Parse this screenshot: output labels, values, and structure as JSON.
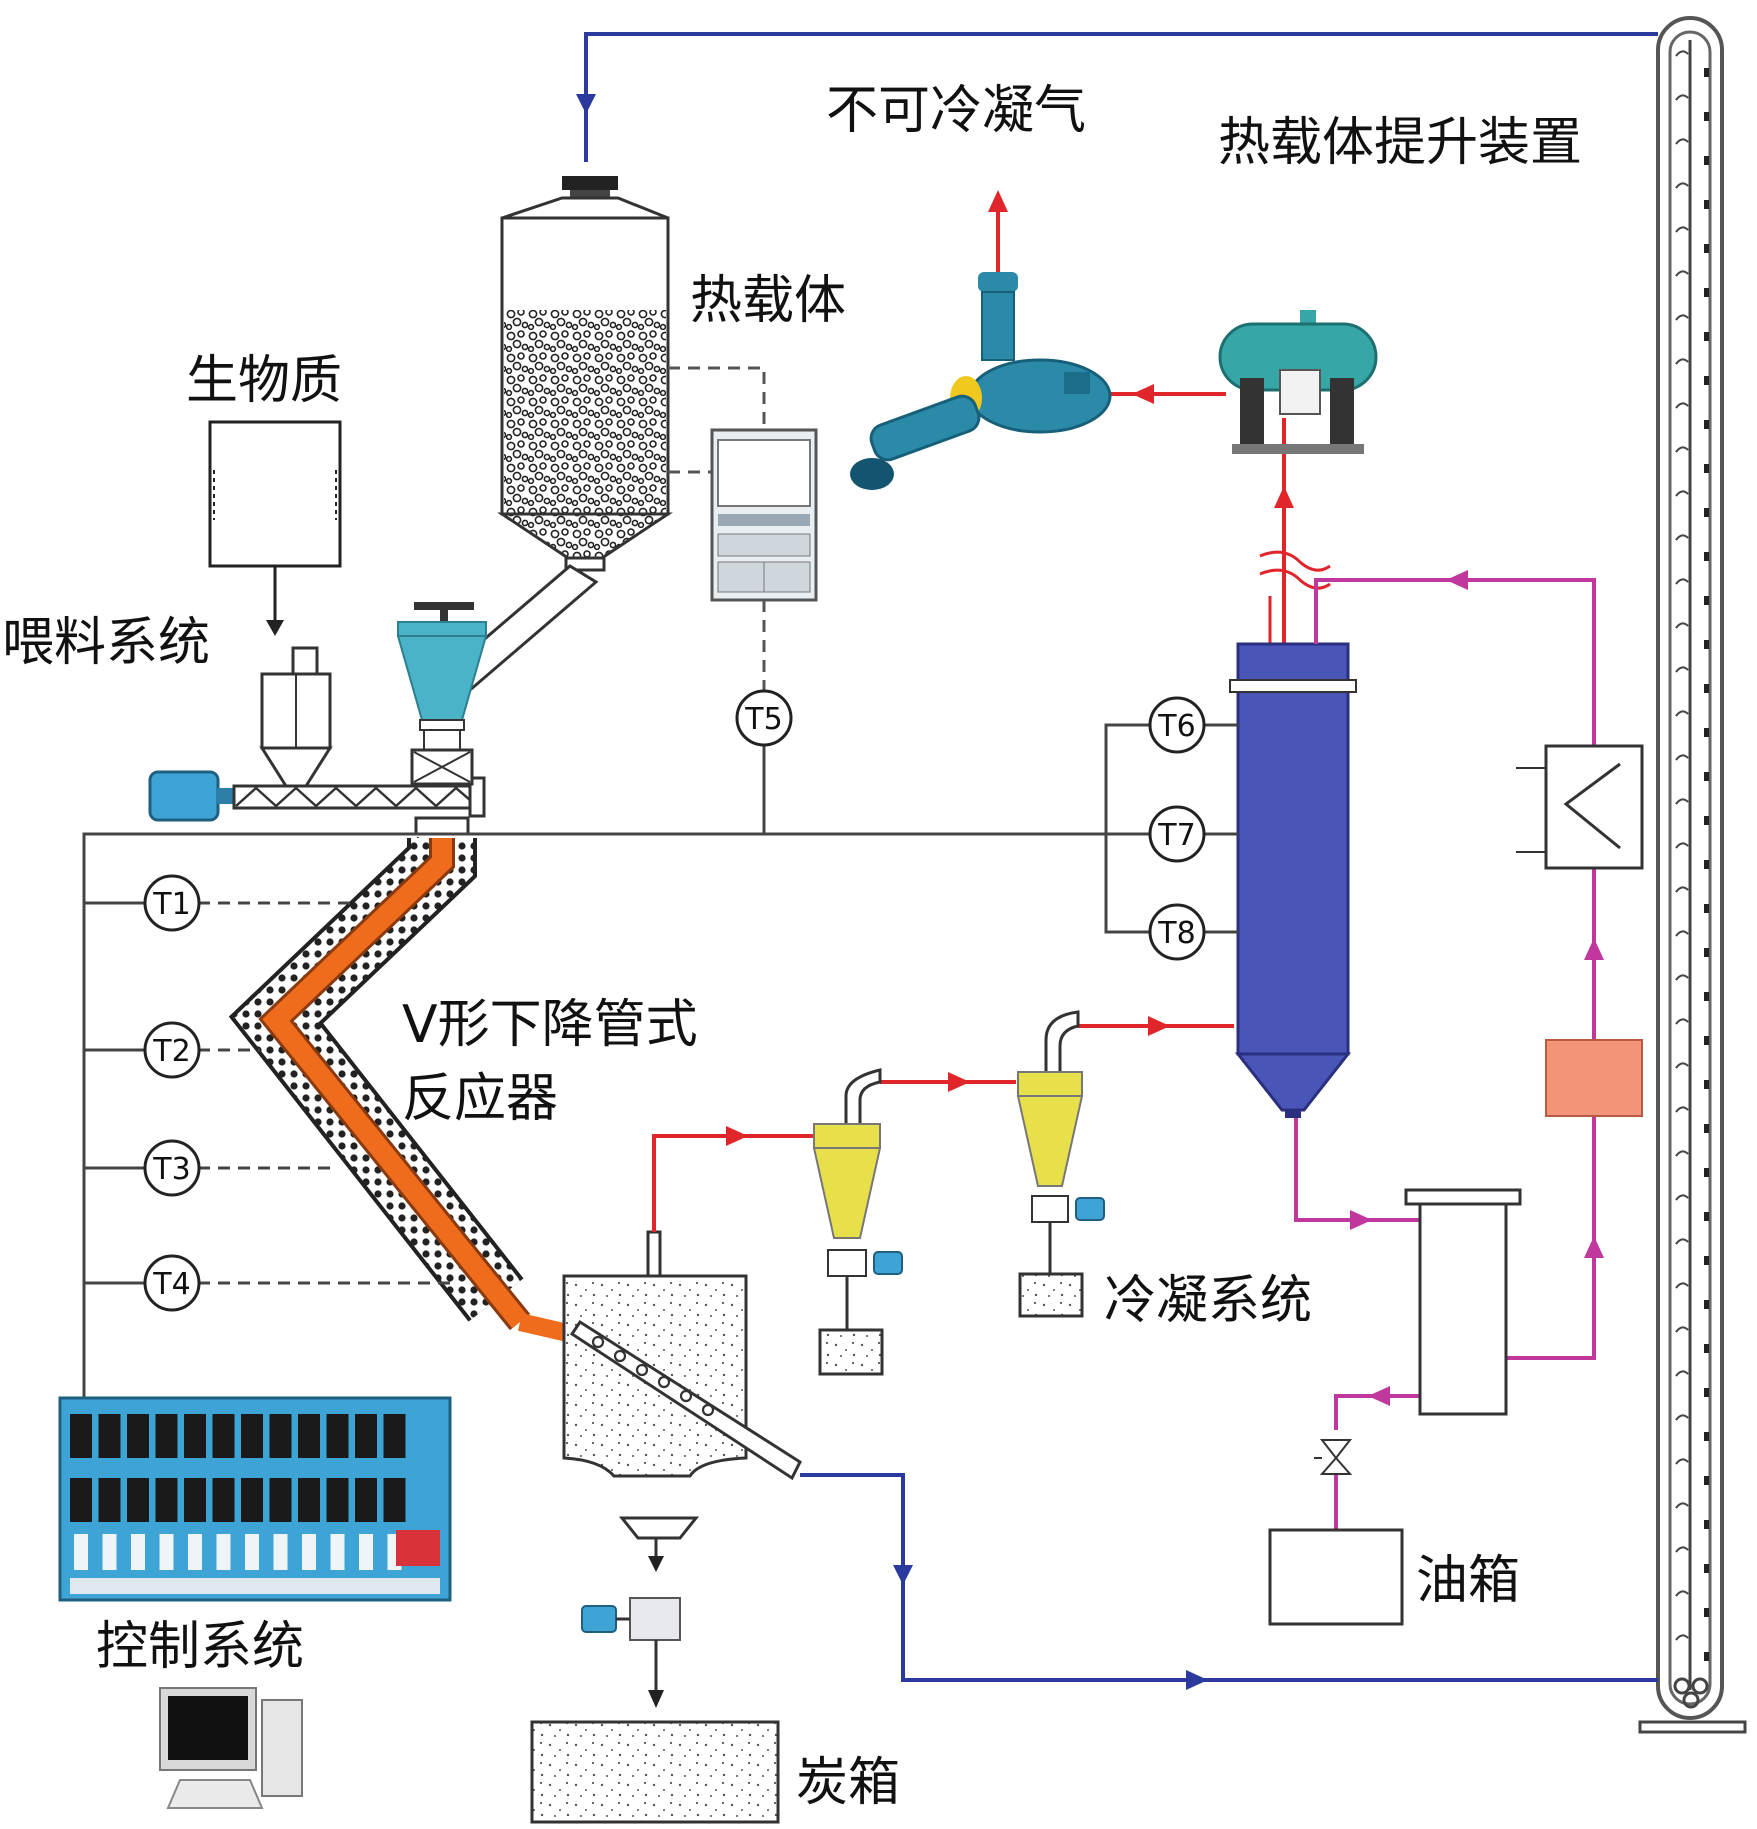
{
  "labels": {
    "noncondensable_gas": "不可冷凝气",
    "heat_carrier_lift": "热载体提升装置",
    "heat_carrier": "热载体",
    "biomass": "生物质",
    "feeding_system": "喂料系统",
    "reactor_line1": "V形下降管式",
    "reactor_line2": "反应器",
    "condensing_system": "冷凝系统",
    "control_system": "控制系统",
    "oil_tank": "油箱",
    "char_tank": "炭箱"
  },
  "sensors": [
    "T1",
    "T2",
    "T3",
    "T4",
    "T5",
    "T6",
    "T7",
    "T8"
  ],
  "colors": {
    "gas_flow": "#e0262b",
    "solid_return": "#2a3a9e",
    "oil_loop": "#c0389e",
    "reactor_core": "#ef6c1c",
    "condenser": "#4a55b8",
    "cyclone": "#e8e04a",
    "hopper_valve": "#4ab3c8",
    "tank_teal": "#36a6a6",
    "heater": "#f29477",
    "control_panel": "#3ea4d6"
  }
}
